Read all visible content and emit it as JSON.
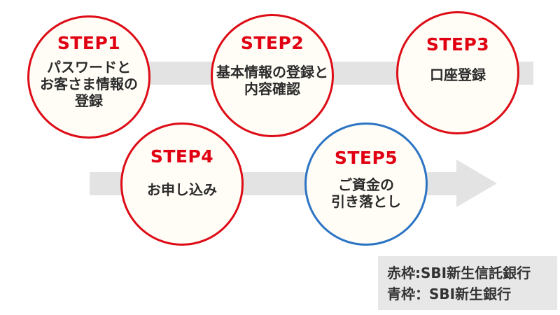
{
  "steps": [
    {
      "label": "STEP1",
      "desc": "パスワードと\nお客さま情報の\n登録",
      "border": "red"
    },
    {
      "label": "STEP2",
      "desc": "基本情報の登録と\n内容確認",
      "border": "red"
    },
    {
      "label": "STEP3",
      "desc": "口座登録",
      "border": "red"
    },
    {
      "label": "STEP4",
      "desc": "お申し込み",
      "border": "red"
    },
    {
      "label": "STEP5",
      "desc": "ご資金の\n引き落とし",
      "border": "blue"
    }
  ],
  "legend": {
    "red_line": "赤枠:SBI新生信託銀行",
    "blue_line": "青枠：SBI新生銀行"
  },
  "colors": {
    "red_border": "#dd0c16",
    "blue_border": "#2b74c4",
    "step_label_red": "#e00012",
    "band_gray": "#e3e3e3",
    "circle_fill": "#fffdf6",
    "legend_bg": "#e7e7e7",
    "legend_text": "#333333",
    "text_dark": "#2b2b2b"
  }
}
